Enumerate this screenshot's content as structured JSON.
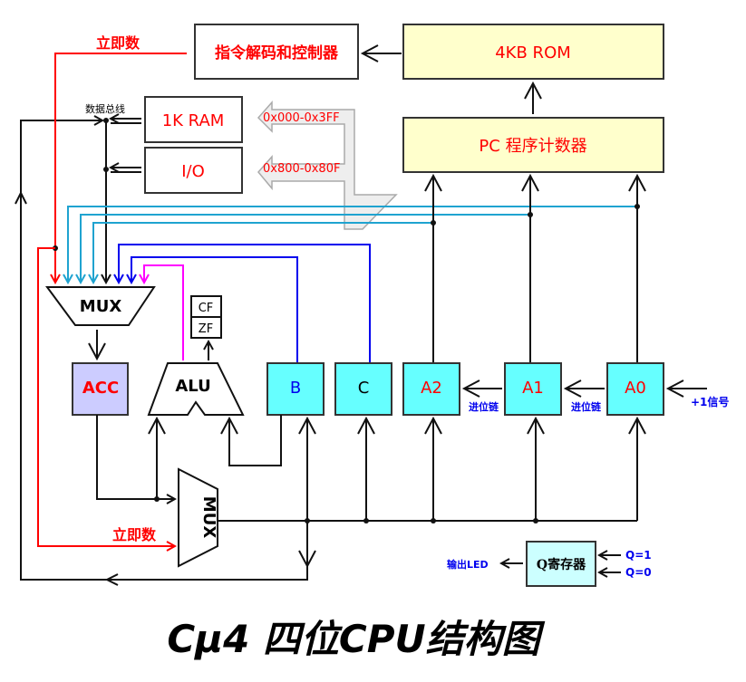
{
  "diagram": {
    "title": "Cμ4 四位CPU结构图",
    "blocks": {
      "decoder": "指令解码和控制器",
      "rom": "4KB ROM",
      "pc": "PC 程序计数器",
      "ram": "1K RAM",
      "io": "I/O",
      "mux_top": "MUX",
      "acc": "ACC",
      "alu": "ALU",
      "cf": "CF",
      "zf": "ZF",
      "reg_b": "B",
      "reg_c": "C",
      "reg_a2": "A2",
      "reg_a1": "A1",
      "reg_a0": "A0",
      "mux_bottom": "MUX",
      "q_reg": "Q寄存器"
    },
    "labels": {
      "immediate_top": "立即数",
      "immediate_bottom": "立即数",
      "data_bus": "数据总线",
      "ram_addr": "0x000-0x3FF",
      "io_addr": "0x800-0x80F",
      "carry1": "进位链",
      "carry2": "进位链",
      "plus_one": "+1信号",
      "led_out": "输出LED",
      "q1": "Q=1",
      "q0": "Q=0"
    },
    "colors": {
      "block_yellow": "#ffffcc",
      "register_cyan": "#66ffff",
      "acc_fill": "#ccccff",
      "q_fill": "#ccffff",
      "text_red": "#ff0000",
      "text_blue": "#0000ee",
      "immediate_wire": "#ff0000",
      "address_wire": "#1fa3d0",
      "bc_wire": "#0000ee",
      "alu_wire": "#ff00ff"
    }
  }
}
